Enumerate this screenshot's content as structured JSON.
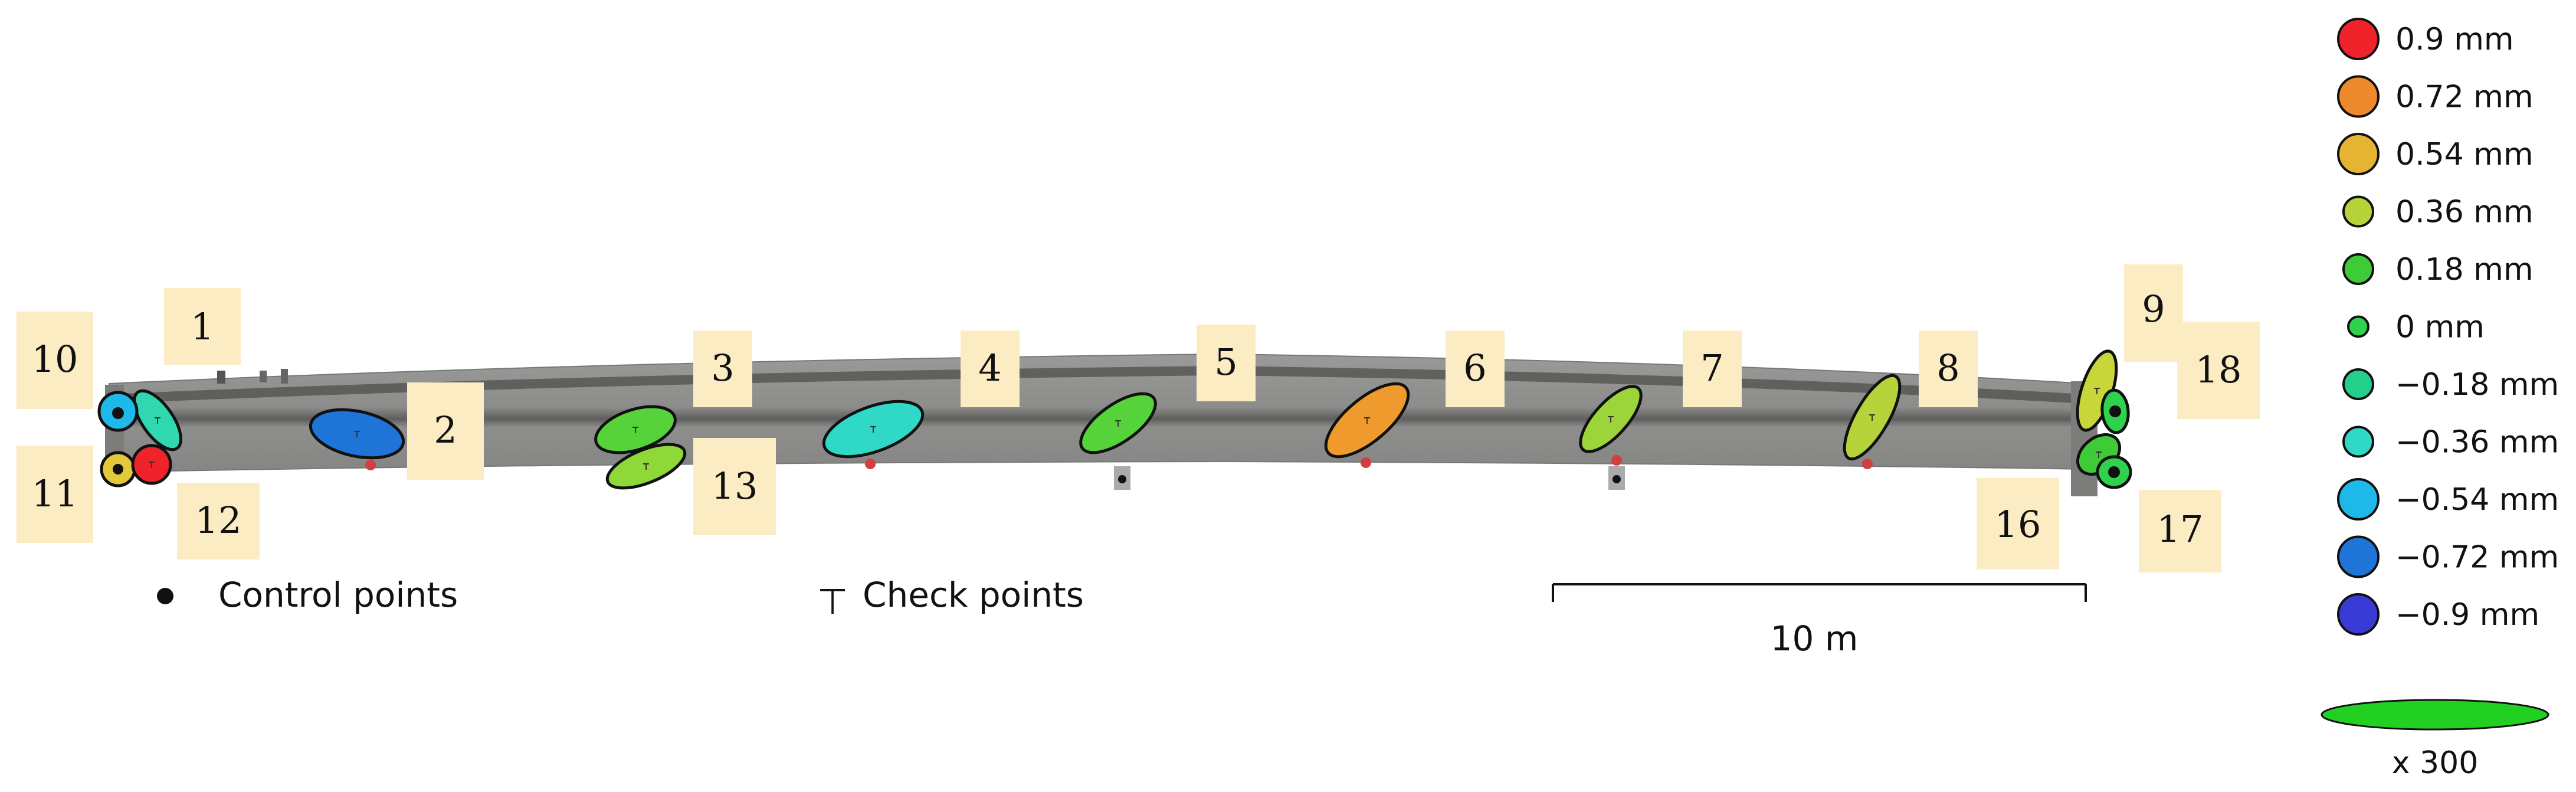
{
  "legend": {
    "items": [
      {
        "label": "0.9 mm",
        "color": "#f0232a",
        "size": "large"
      },
      {
        "label": "0.72 mm",
        "color": "#ef8a2c",
        "size": "large"
      },
      {
        "label": "0.54 mm",
        "color": "#e4b432",
        "size": "large"
      },
      {
        "label": "0.36 mm",
        "color": "#b6d33a",
        "size": "medium"
      },
      {
        "label": "0.18 mm",
        "color": "#3fcb38",
        "size": "medium"
      },
      {
        "label": "0 mm",
        "color": "#2ed24c",
        "size": "small"
      },
      {
        "label": "−0.18 mm",
        "color": "#22d08b",
        "size": "medium"
      },
      {
        "label": "−0.36 mm",
        "color": "#2fd8c7",
        "size": "medium"
      },
      {
        "label": "−0.54 mm",
        "color": "#1eb9e8",
        "size": "large"
      },
      {
        "label": "−0.72 mm",
        "color": "#1f74d8",
        "size": "large"
      },
      {
        "label": "−0.9 mm",
        "color": "#3a3ad6",
        "size": "large"
      }
    ],
    "scale_ellipse": {
      "label": "x 300",
      "color": "#22d022"
    }
  },
  "marker_legend": {
    "control_label": "Control points",
    "check_label": "Check points",
    "check_symbol": "⊤"
  },
  "scale_bar": {
    "label": "10 m"
  },
  "points": [
    {
      "id": "1",
      "color": "#2fd8b0"
    },
    {
      "id": "2",
      "color": "#1f74d8"
    },
    {
      "id": "3",
      "color": "#56d23a"
    },
    {
      "id": "4",
      "color": "#2fd8c7"
    },
    {
      "id": "5",
      "color": "#56d23a"
    },
    {
      "id": "6",
      "color": "#ef9a2c"
    },
    {
      "id": "7",
      "color": "#9bd53a"
    },
    {
      "id": "8",
      "color": "#b6d33a"
    },
    {
      "id": "9",
      "color": "#c8d63a"
    },
    {
      "id": "10",
      "color": "#1eb9e8"
    },
    {
      "id": "11",
      "color": "#e4c83a"
    },
    {
      "id": "12",
      "color": "#f0232a"
    },
    {
      "id": "13",
      "color": "#8fd83a"
    },
    {
      "id": "16",
      "color": "#3fcb38"
    },
    {
      "id": "17",
      "color": "#2ed24c"
    },
    {
      "id": "18",
      "color": "#2ed24c"
    }
  ]
}
